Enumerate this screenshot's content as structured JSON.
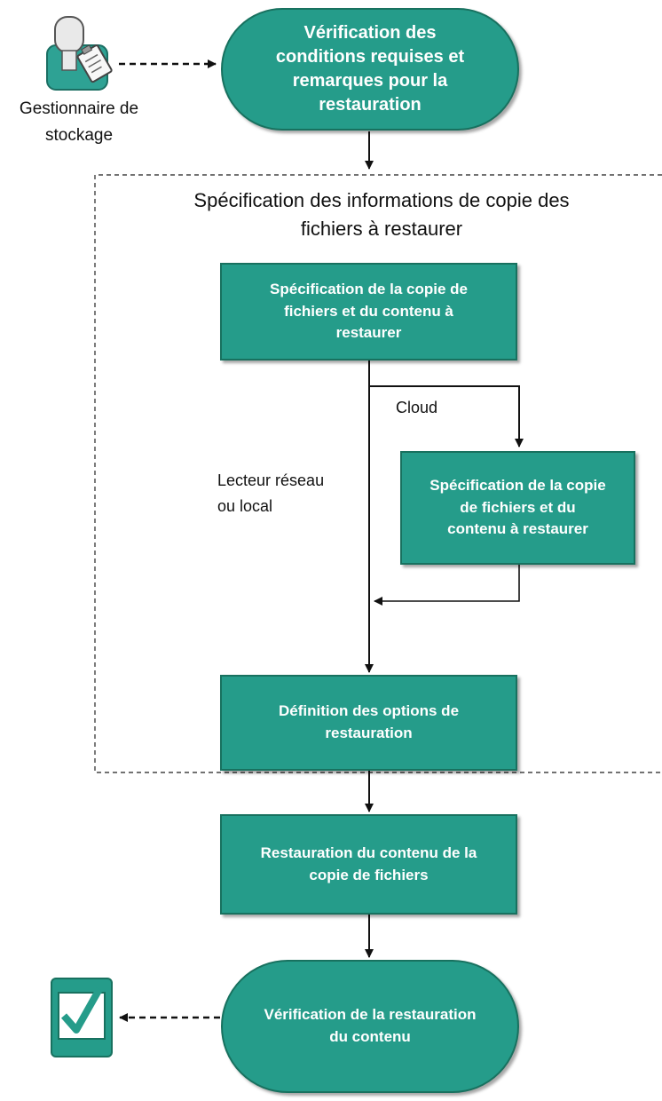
{
  "actor": {
    "label": "Gestionnaire de\nstockage",
    "icon": "storage-manager-icon"
  },
  "group": {
    "title": "Spécification des informations de copie des\nfichiers à restaurer"
  },
  "steps": {
    "check_prereq": "Vérification des\nconditions requises et\nremarques pour la\nrestauration",
    "specify_copy": "Spécification de la copie de\nfichiers et du contenu à\nrestaurer",
    "specify_cloud": "Spécification de la copie\nde fichiers et du\ncontenu à restaurer",
    "define_options": "Définition des options de\nrestauration",
    "restore": "Restauration du contenu de la\ncopie de fichiers",
    "verify": "Vérification de la restauration\ndu contenu"
  },
  "branches": {
    "cloud": "Cloud",
    "local": "Lecteur réseau\nou local"
  },
  "end": {
    "icon": "checkmark-icon"
  },
  "colors": {
    "node_fill": "#259c8a",
    "node_border": "#18715f",
    "line": "#111111"
  }
}
